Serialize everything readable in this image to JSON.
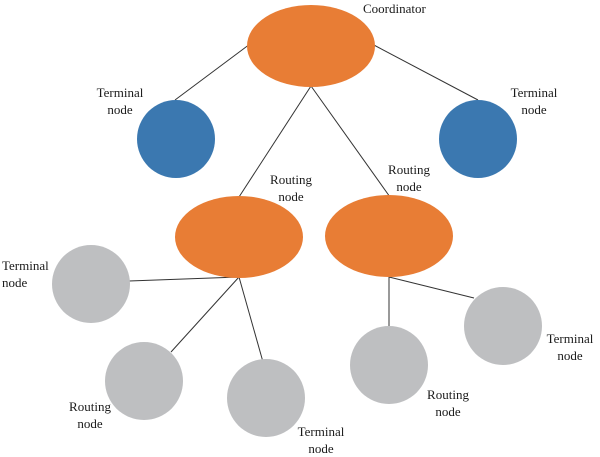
{
  "colors": {
    "coordinator": "#E87D35",
    "routing": "#E87D35",
    "terminal_blue": "#3B78B0",
    "terminal_gray": "#BEBFC1",
    "edge": "#333333"
  },
  "labels": {
    "coordinator": "Coordinator",
    "terminal_left": [
      "Terminal",
      "node"
    ],
    "terminal_right": [
      "Terminal",
      "node"
    ],
    "routing_left": [
      "Routing",
      "node"
    ],
    "routing_right": [
      "Routing",
      "node"
    ],
    "gray_left_terminal": [
      "Terminal",
      "node"
    ],
    "gray_bottom_routing": [
      "Routing",
      "node"
    ],
    "gray_bottom_terminal": [
      "Terminal",
      "node"
    ],
    "gray_right_routing": [
      "Routing",
      "node"
    ],
    "gray_right_terminal": [
      "Terminal",
      "node"
    ]
  }
}
